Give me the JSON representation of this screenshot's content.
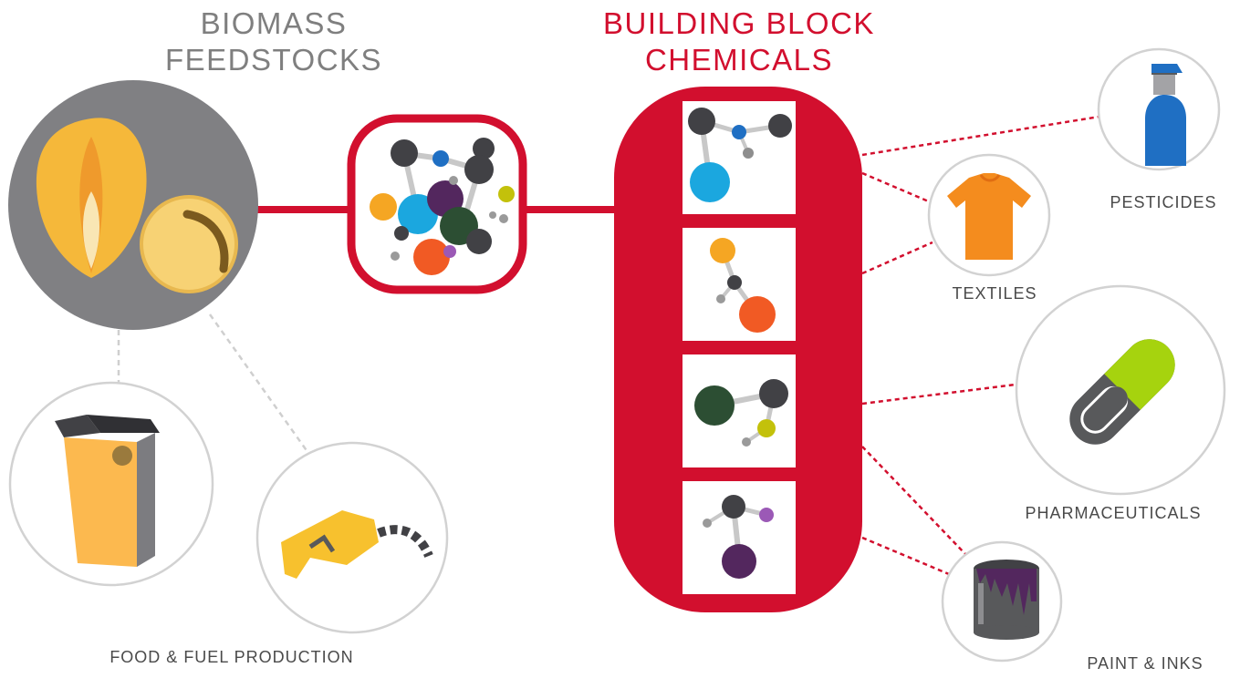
{
  "headings": {
    "feedstocks": [
      "BIOMASS",
      "FEEDSTOCKS"
    ],
    "building_blocks": [
      "BUILDING BLOCK",
      "CHEMICALS"
    ]
  },
  "labels": {
    "food_fuel": "FOOD & FUEL PRODUCTION",
    "pesticides": "PESTICIDES",
    "textiles": "TEXTILES",
    "pharmaceuticals": "PHARMACEUTICALS",
    "paint_inks": "PAINT & INKS"
  },
  "colors": {
    "brand_red": "#d20f2e",
    "heading_gray": "#7f7f7f",
    "circle_gray": "#c9c9c9",
    "dark_gray": "#808083"
  },
  "icons": {
    "biomass": "corn-and-soybean-icon",
    "food": "cereal-box-icon",
    "fuel": "fuel-nozzle-icon",
    "mixture": "molecule-mixture-icon",
    "pesticides": "spray-bottle-icon",
    "textiles": "t-shirt-icon",
    "pharmaceuticals": "capsule-icon",
    "paint": "paint-can-icon"
  }
}
